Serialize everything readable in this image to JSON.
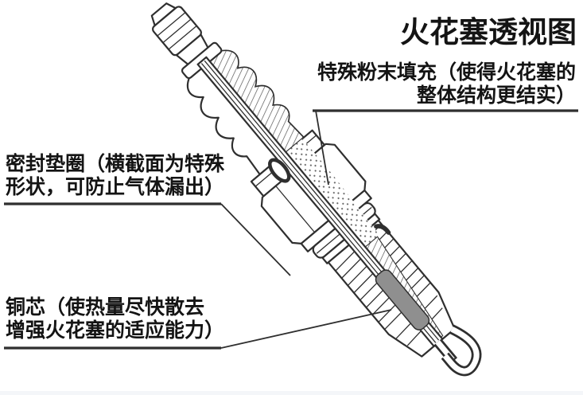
{
  "title": "火花塞透视图",
  "annotations": {
    "powder_fill": {
      "line1": "特殊粉末填充（使得火花塞的",
      "line2": "整体结构更结实）"
    },
    "seal_gasket": {
      "line1": "密封垫圈（横截面为特殊",
      "line2": "形状，可防止气体漏出）"
    },
    "copper_core": {
      "line1": "铜芯（使热量尽快散去",
      "line2": "增强火花塞的适应能力）"
    }
  },
  "colors": {
    "ink": "#141414",
    "line_art": "#2f2f2f",
    "copper_core_fill": "#8f8f8f",
    "bottom_strip": "#f4f6f9",
    "background": "#ffffff"
  }
}
